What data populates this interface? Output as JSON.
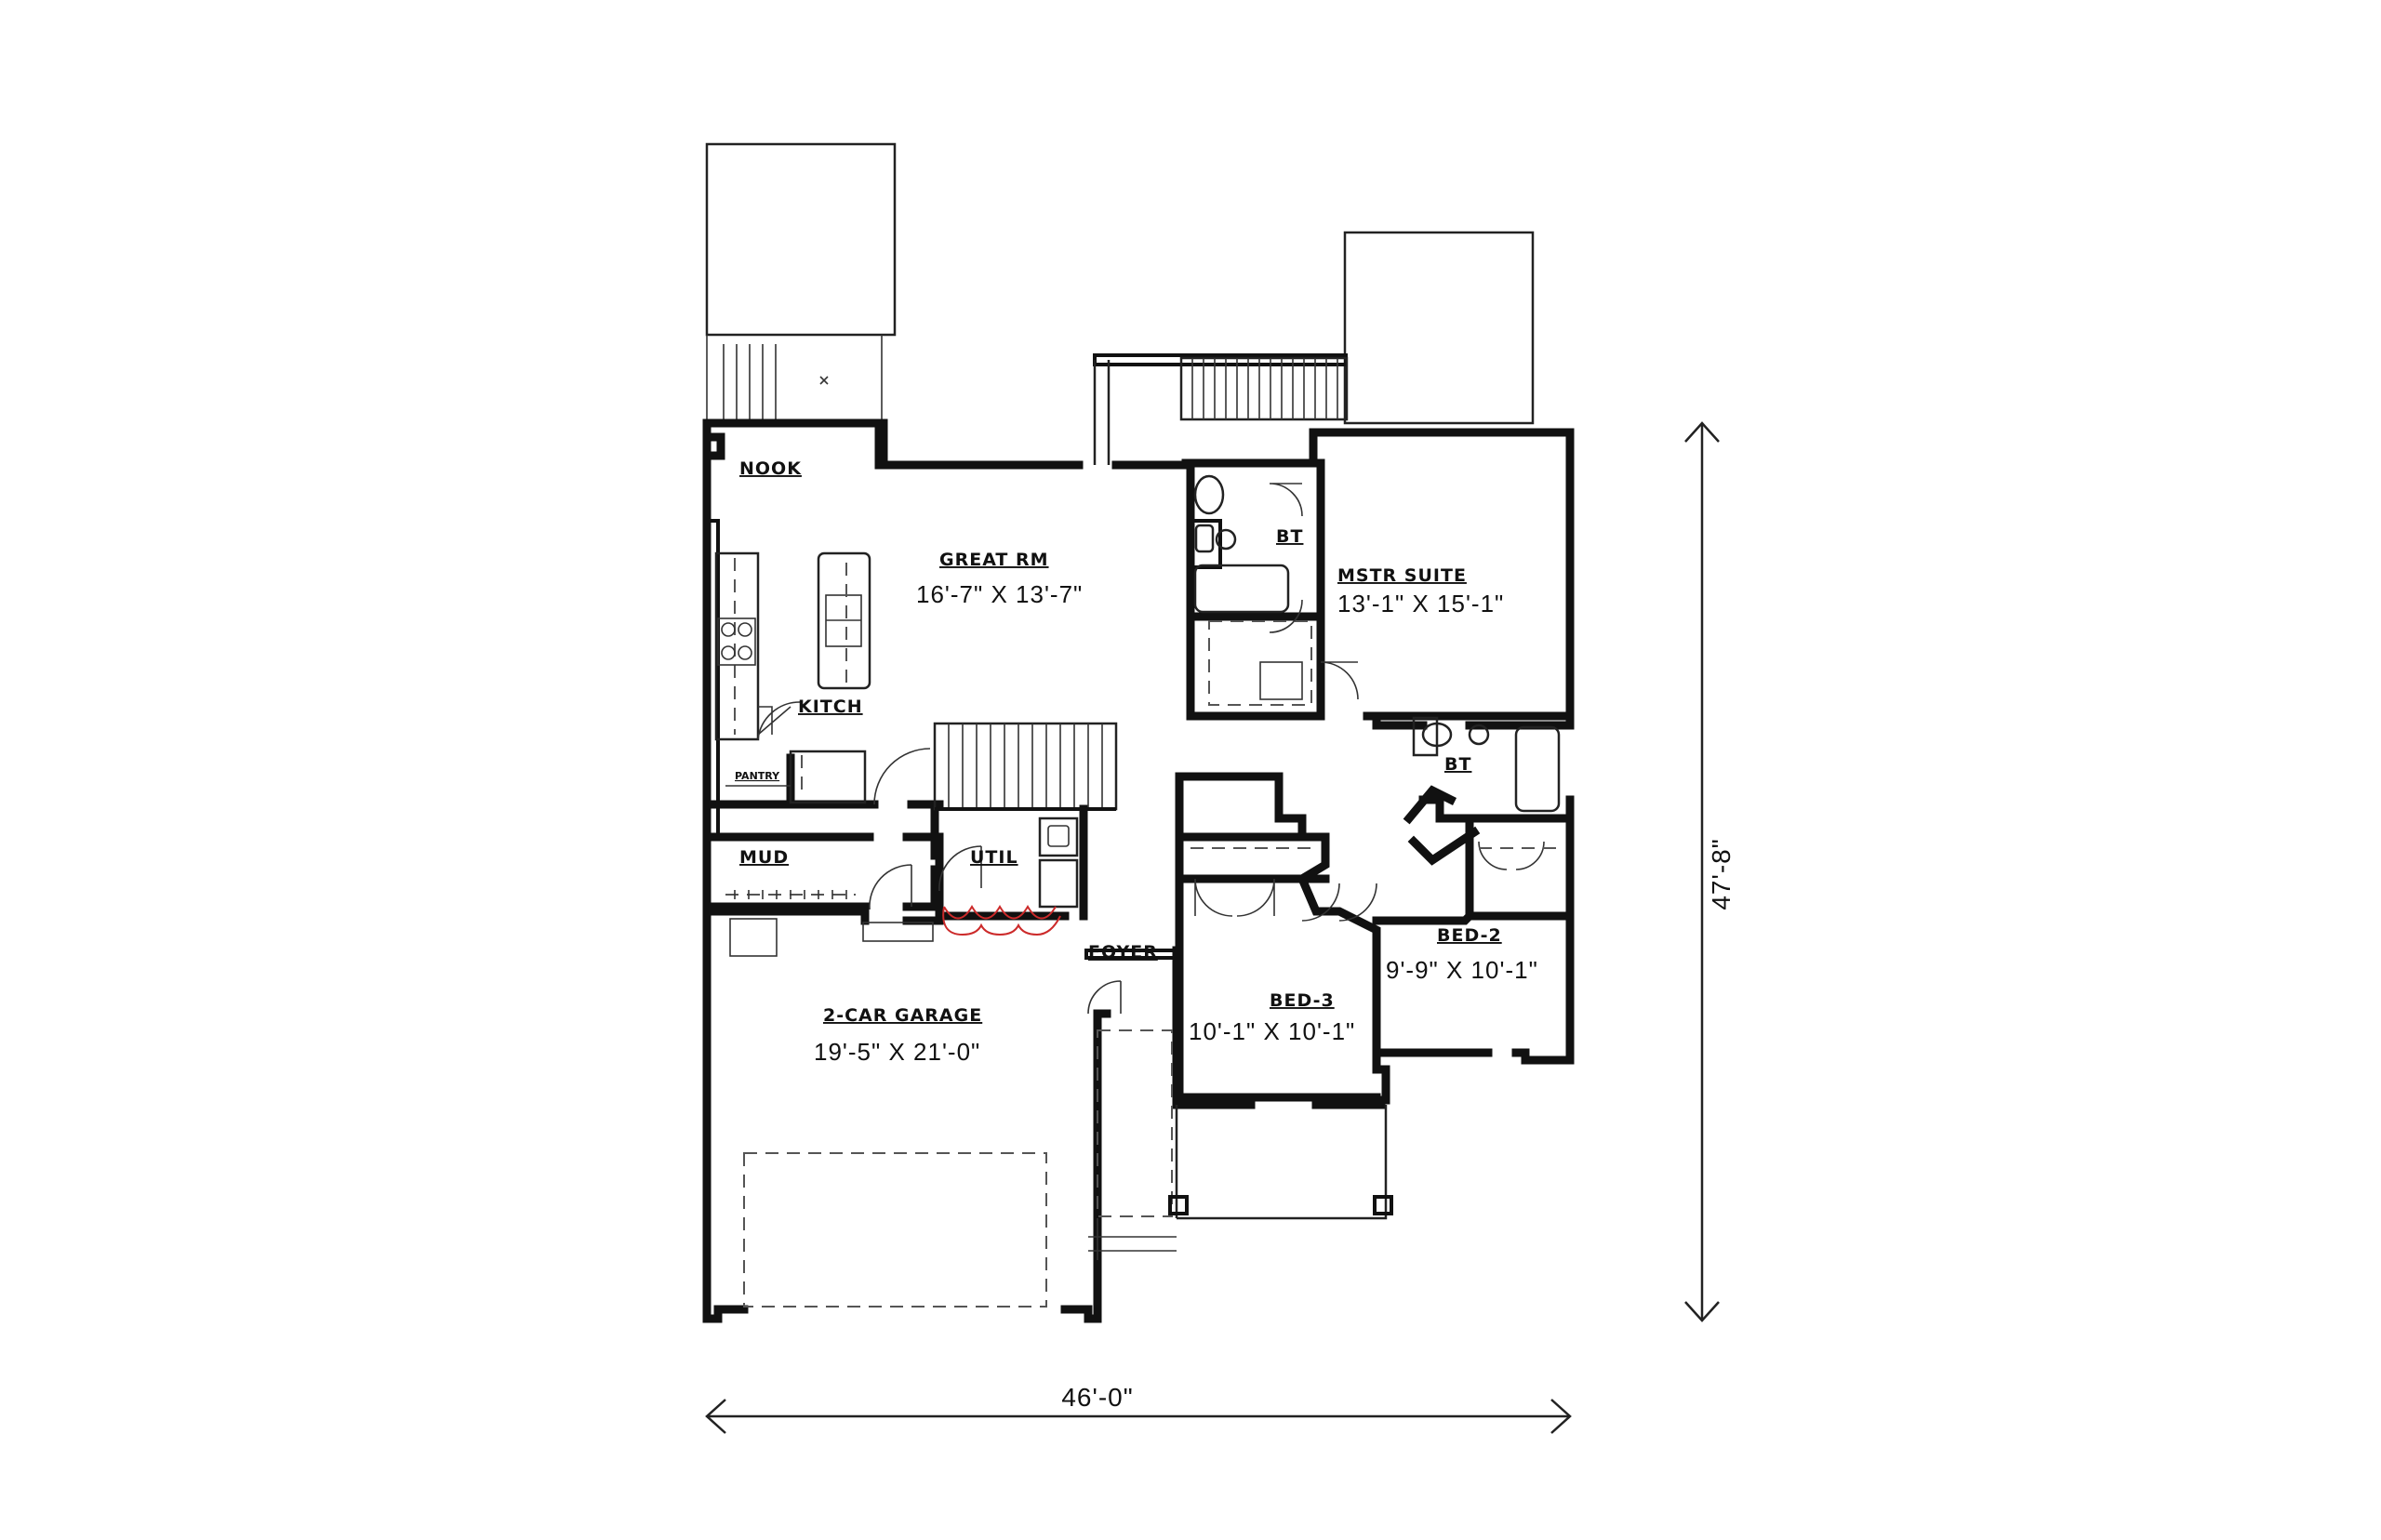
{
  "rooms": {
    "nook": {
      "name": "NOOK"
    },
    "great_room": {
      "name": "GREAT RM",
      "dims": "16'-7\" X 13'-7\""
    },
    "kitchen": {
      "name": "KITCH"
    },
    "pantry": {
      "name": "PANTRY"
    },
    "mud": {
      "name": "MUD"
    },
    "util": {
      "name": "UTIL"
    },
    "master_suite": {
      "name": "MSTR SUITE",
      "dims": "13'-1\" X 15'-1\""
    },
    "master_bath": {
      "name": "BT"
    },
    "bath_2": {
      "name": "BT"
    },
    "bed_2": {
      "name": "BED-2",
      "dims": "9'-9\" X 10'-1\""
    },
    "bed_3": {
      "name": "BED-3",
      "dims": "10'-1\" X 10'-1\""
    },
    "foyer": {
      "name": "FOYER"
    },
    "garage": {
      "name": "2-CAR GARAGE",
      "dims": "19'-5\" X 21'-0\""
    }
  },
  "overall": {
    "width": "46'-0\"",
    "depth": "47'-8\""
  },
  "colors": {
    "walls": "#111111",
    "fixtures_dashed": "#555555",
    "laundry_swing": "#cc2a2a"
  }
}
